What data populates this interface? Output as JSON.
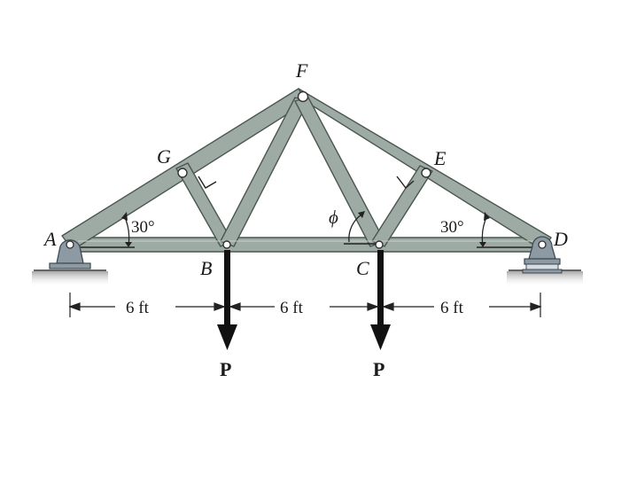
{
  "labels": {
    "joint_a": "A",
    "joint_b": "B",
    "joint_c": "C",
    "joint_d": "D",
    "joint_e": "E",
    "joint_f": "F",
    "joint_g": "G",
    "angle_left": "30°",
    "angle_right": "30°",
    "angle_phi": "ϕ",
    "dim_ab": "6 ft",
    "dim_bc": "6 ft",
    "dim_cd": "6 ft",
    "load_b": "P",
    "load_c": "P"
  },
  "colors": {
    "member_fill": "#9eaba4",
    "member_edge": "#4a5650",
    "support_fill": "#8d9aa4",
    "ground_fill": "#bcbcbc",
    "load_arrow": "#111111"
  }
}
